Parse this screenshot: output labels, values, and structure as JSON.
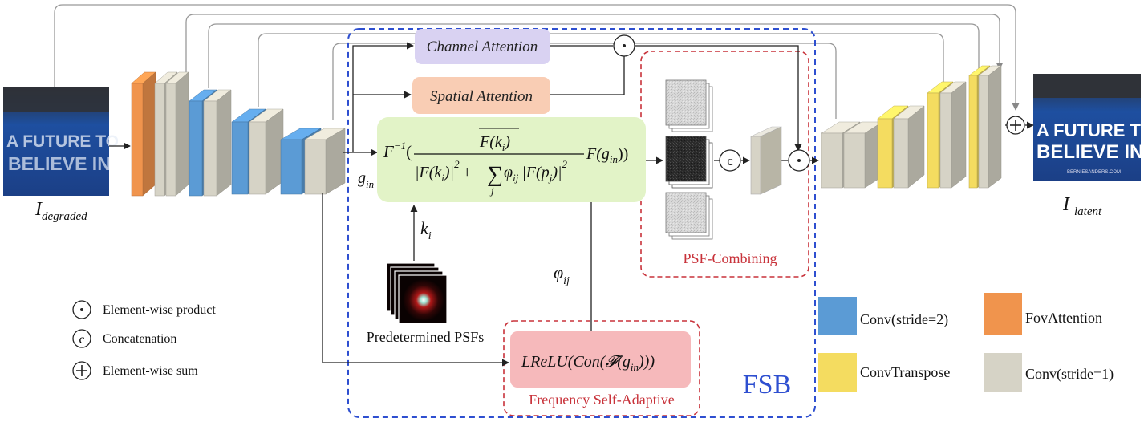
{
  "colors": {
    "stride2": "#5b9bd5",
    "fov": "#f0944d",
    "transpose": "#f4dc60",
    "stride1": "#d6d3c6",
    "fsb_border": "#2e4fd0",
    "red_border": "#c8323a",
    "channel_fill": "#d9d2f2",
    "spatial_fill": "#f9cdb4",
    "formula_fill": "#e2f3c7",
    "lrelu_fill": "#f6b9bb",
    "line": "#222222",
    "skip": "#999999"
  },
  "labels": {
    "input": "I",
    "input_sub": "degraded",
    "output": "I",
    "output_sub": "latent",
    "channel_attention": "Channel Attention",
    "spatial_attention": "Spatial Attention",
    "gin": "g",
    "gin_sub": "in",
    "ki": "k",
    "ki_sub": "i",
    "phi": "φ",
    "phi_sub": "ij",
    "predetermined": "Predetermined PSFs",
    "psf_combining": "PSF-Combining",
    "freq_adaptive": "Frequency Self-Adaptive",
    "fsb": "FSB",
    "lrelu": "LReLU(Con(𝓕(g",
    "lrelu_sub": "in",
    "lrelu_close": ")))",
    "concat_symbol": "c",
    "product_symbol": "·",
    "sum_symbol": "+"
  },
  "formula": {
    "prefix": "F",
    "prefix_sup": "−1",
    "open": "(",
    "numerator": "F(k",
    "numerator_sub": "i",
    "numerator_close": ")",
    "den_a": "|F(k",
    "den_a_sub": "i",
    "den_a_close": ")|",
    "den_a_sup": "2",
    "den_plus": "+",
    "den_sum": "∑",
    "den_sum_sub": "j",
    "den_phi": "φ",
    "den_phi_sub": "ij",
    "den_b": "|F(p",
    "den_b_sub": "j",
    "den_b_close": ")|",
    "den_b_sup": "2",
    "tail": "F(g",
    "tail_sub": "in",
    "tail_close": "))"
  },
  "legend_symbols": [
    {
      "symbol": "·",
      "text": "Element-wise product"
    },
    {
      "symbol": "c",
      "text": "Concatenation"
    },
    {
      "symbol": "+",
      "text": "Element-wise sum"
    }
  ],
  "legend_colors": [
    {
      "key": "stride2",
      "text": "Conv(stride=2)"
    },
    {
      "key": "fov",
      "text": "FovAttention"
    },
    {
      "key": "transpose",
      "text": "ConvTranspose"
    },
    {
      "key": "stride1",
      "text": "Conv(stride=1)"
    }
  ],
  "image_text": {
    "line1": "A FUTURE TO",
    "line2": "BELIEVE IN",
    "small": "BERNIESANDERS.COM"
  }
}
